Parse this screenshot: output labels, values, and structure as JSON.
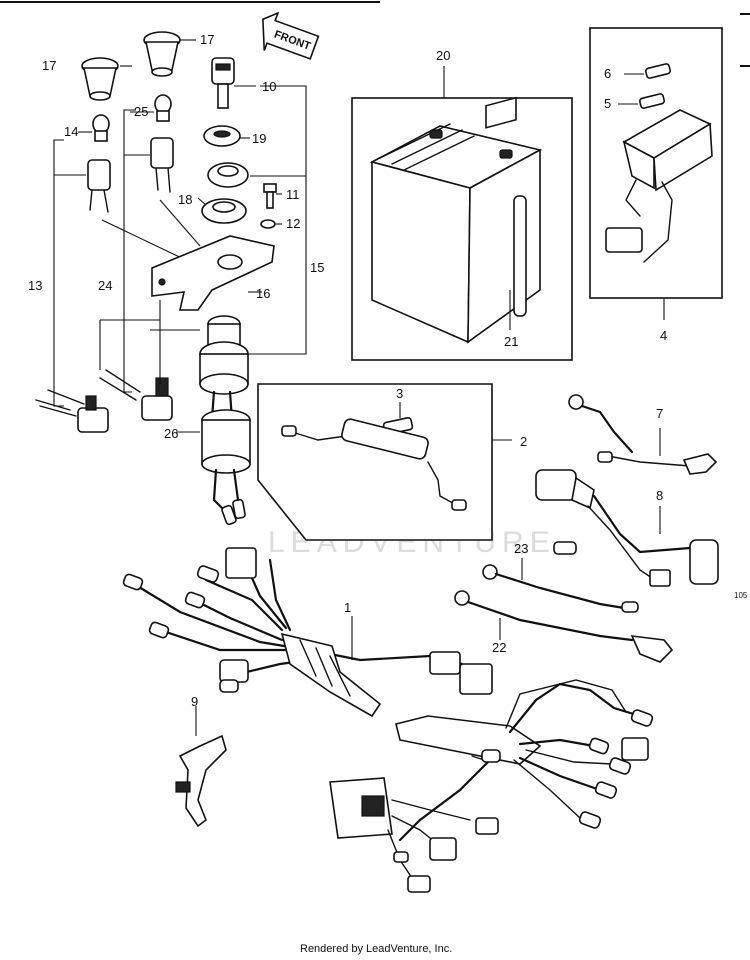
{
  "diagram": {
    "front_label": "FRONT",
    "watermark": "LEADVENTURE",
    "corner_code": "105",
    "footer": "Rendered by LeadVenture, Inc.",
    "callouts": {
      "c1": "1",
      "c2": "2",
      "c3": "3",
      "c4": "4",
      "c5": "5",
      "c6": "6",
      "c7": "7",
      "c8": "8",
      "c9": "9",
      "c10": "10",
      "c11": "11",
      "c12": "12",
      "c13": "13",
      "c14": "14",
      "c15": "15",
      "c16": "16",
      "c17a": "17",
      "c17b": "17",
      "c18": "18",
      "c19": "19",
      "c20": "20",
      "c21": "21",
      "c22": "22",
      "c23": "23",
      "c24": "24",
      "c25": "25",
      "c26": "26"
    }
  }
}
